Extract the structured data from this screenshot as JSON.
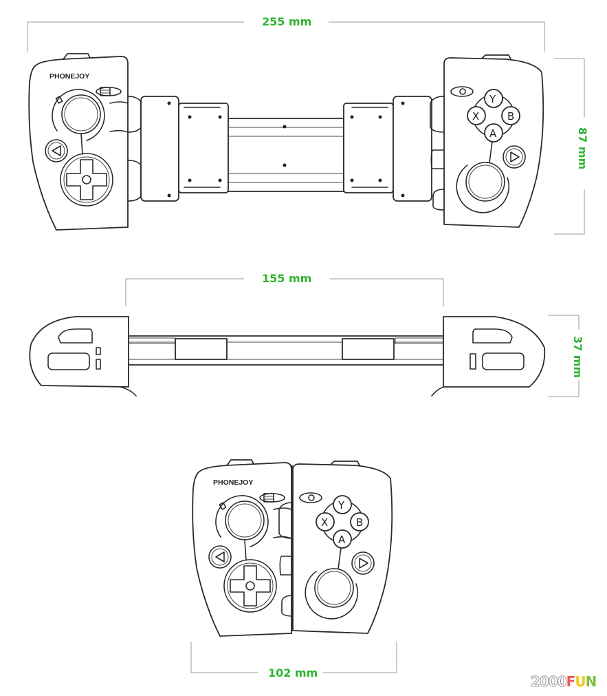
{
  "dimensions": {
    "extended_width": "255 mm",
    "height": "87 mm",
    "rail_width": "155 mm",
    "thickness": "37 mm",
    "folded_width": "102 mm"
  },
  "controller": {
    "brand": "PHONEJOY",
    "buttons": {
      "y": "Y",
      "x": "X",
      "b": "B",
      "a": "A"
    }
  },
  "watermark": {
    "prefix": "2000",
    "f": "F",
    "u": "U",
    "n": "N"
  },
  "colors": {
    "dimension_label": "#2fb52f",
    "line": "#2a2a2a"
  }
}
